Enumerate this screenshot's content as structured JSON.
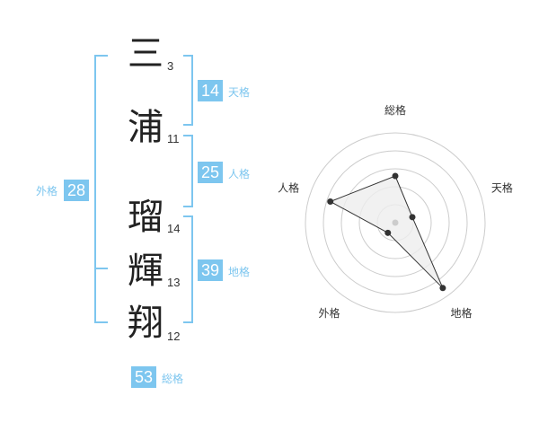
{
  "name": {
    "characters": [
      {
        "char": "三",
        "strokes": "3"
      },
      {
        "char": "浦",
        "strokes": "11"
      },
      {
        "char": "瑠",
        "strokes": "14"
      },
      {
        "char": "輝",
        "strokes": "13"
      },
      {
        "char": "翔",
        "strokes": "12"
      }
    ]
  },
  "grades": {
    "tenkaku": {
      "value": "14",
      "label": "天格"
    },
    "jinkaku": {
      "value": "25",
      "label": "人格"
    },
    "chikaku": {
      "value": "39",
      "label": "地格"
    },
    "gaikaku": {
      "value": "28",
      "label": "外格"
    },
    "soukaku": {
      "value": "53",
      "label": "総格"
    }
  },
  "colors": {
    "accent": "#7dc6ef",
    "text": "#222222",
    "grid": "#cccccc",
    "fill": "#eeeeee"
  },
  "chart_data": {
    "type": "radar",
    "axes": [
      "総格",
      "天格",
      "地格",
      "外格",
      "人格"
    ],
    "values": [
      2.6,
      1.0,
      4.5,
      0.7,
      3.8
    ],
    "range": [
      0,
      5
    ],
    "rings": 5
  }
}
